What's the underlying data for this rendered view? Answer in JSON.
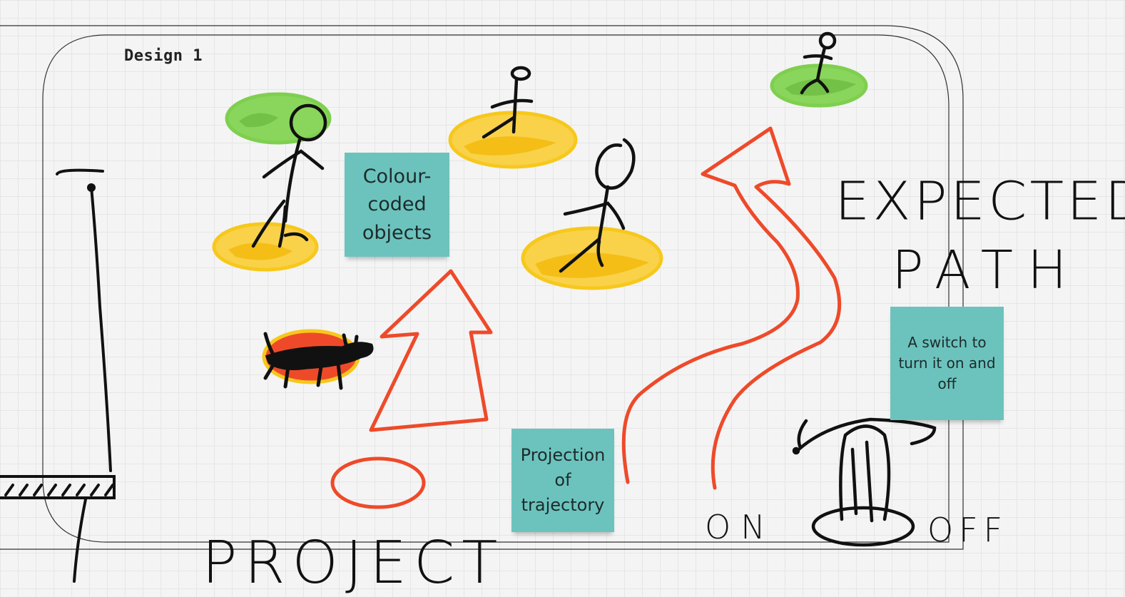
{
  "board": {
    "frame_title": "Design 1"
  },
  "sticky_notes": [
    {
      "id": "colour",
      "lines": [
        "Colour-",
        "coded",
        "objects"
      ]
    },
    {
      "id": "projection",
      "lines": [
        "Projection",
        "of",
        "trajectory"
      ]
    },
    {
      "id": "switch",
      "lines": [
        "A switch to",
        "turn it on and",
        "off"
      ]
    }
  ],
  "handwriting": {
    "expected": "EXPECTED",
    "path": "PATH",
    "project": "PROJECT",
    "on": "ON",
    "off": "OFF"
  },
  "colors": {
    "sticky": "#6cc3bd",
    "arrow_red": "#ee4a2a",
    "highlight_yellow": "#f7c81c",
    "highlight_green": "#7fcf4f",
    "ink": "#111111"
  }
}
